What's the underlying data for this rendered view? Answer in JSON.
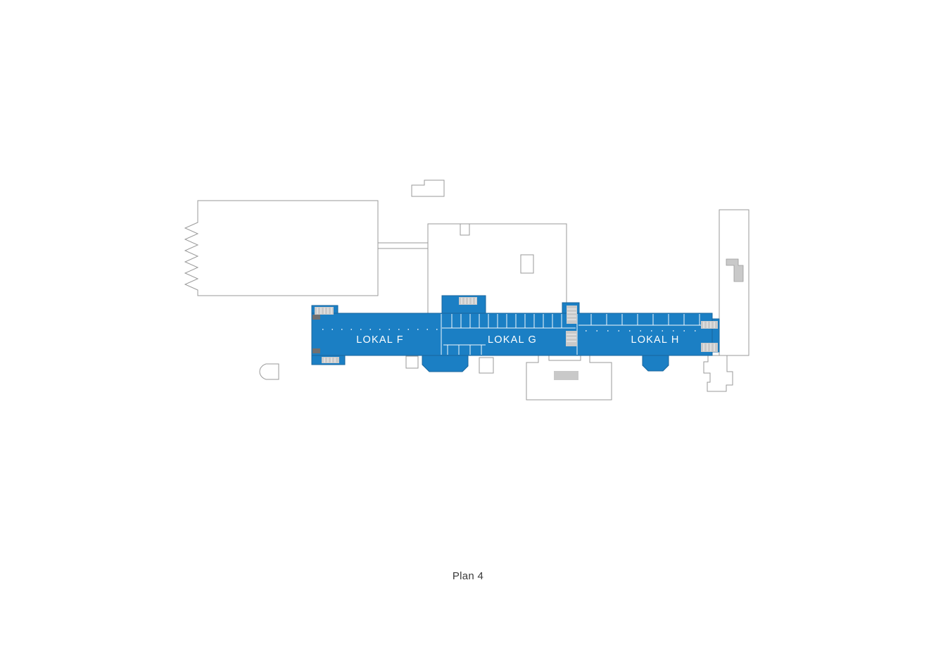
{
  "caption": "Plan 4",
  "units": [
    {
      "id": "F",
      "label": "LOKAL F"
    },
    {
      "id": "G",
      "label": "LOKAL G"
    },
    {
      "id": "H",
      "label": "LOKAL H"
    }
  ],
  "colors": {
    "highlight_blue": "#1b7fc4",
    "outline_gray": "#9a9a9a",
    "fill_gray": "#c9c9c9",
    "stair_dark": "#707070",
    "label_text": "#ffffff",
    "caption_text": "#3a3a3a",
    "background": "#ffffff"
  }
}
